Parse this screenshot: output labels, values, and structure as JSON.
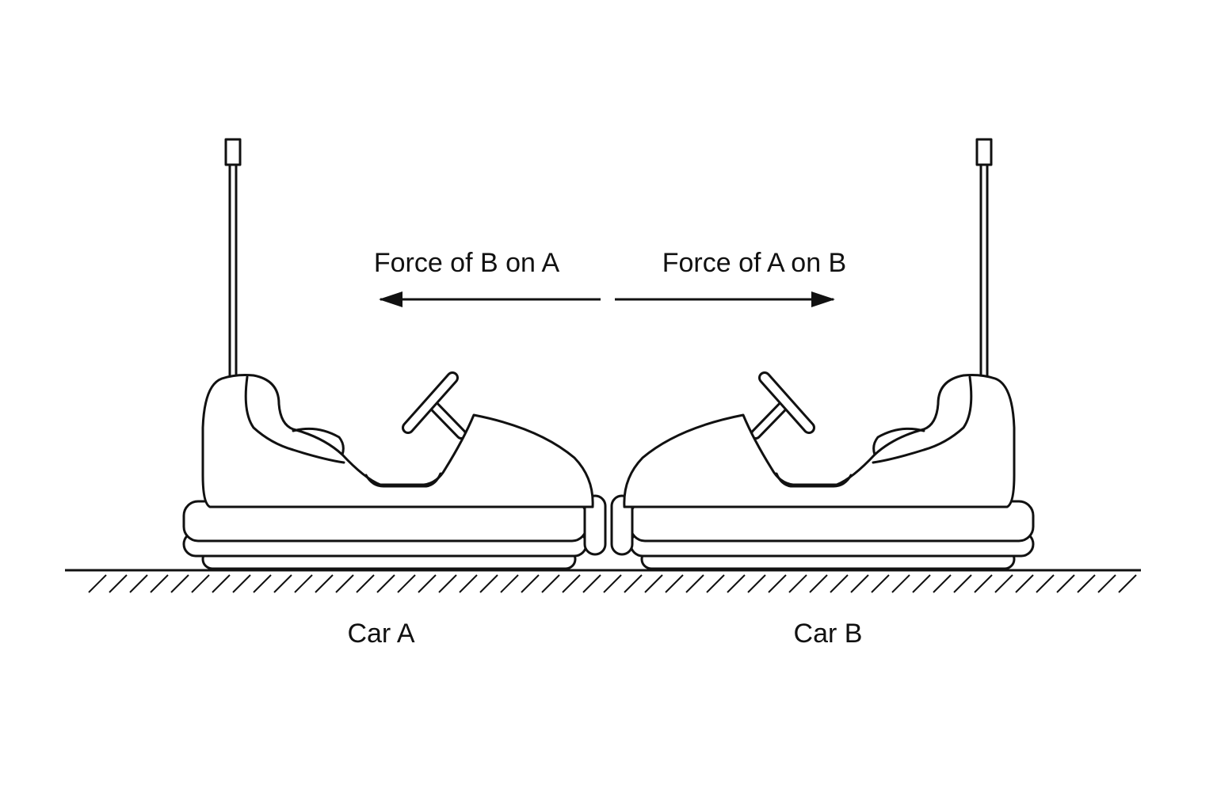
{
  "labels": {
    "force_b_on_a": "Force of B on A",
    "force_a_on_b": "Force of A on B",
    "car_a": "Car A",
    "car_b": "Car B"
  },
  "colors": {
    "line": "#111111",
    "background": "#ffffff"
  }
}
